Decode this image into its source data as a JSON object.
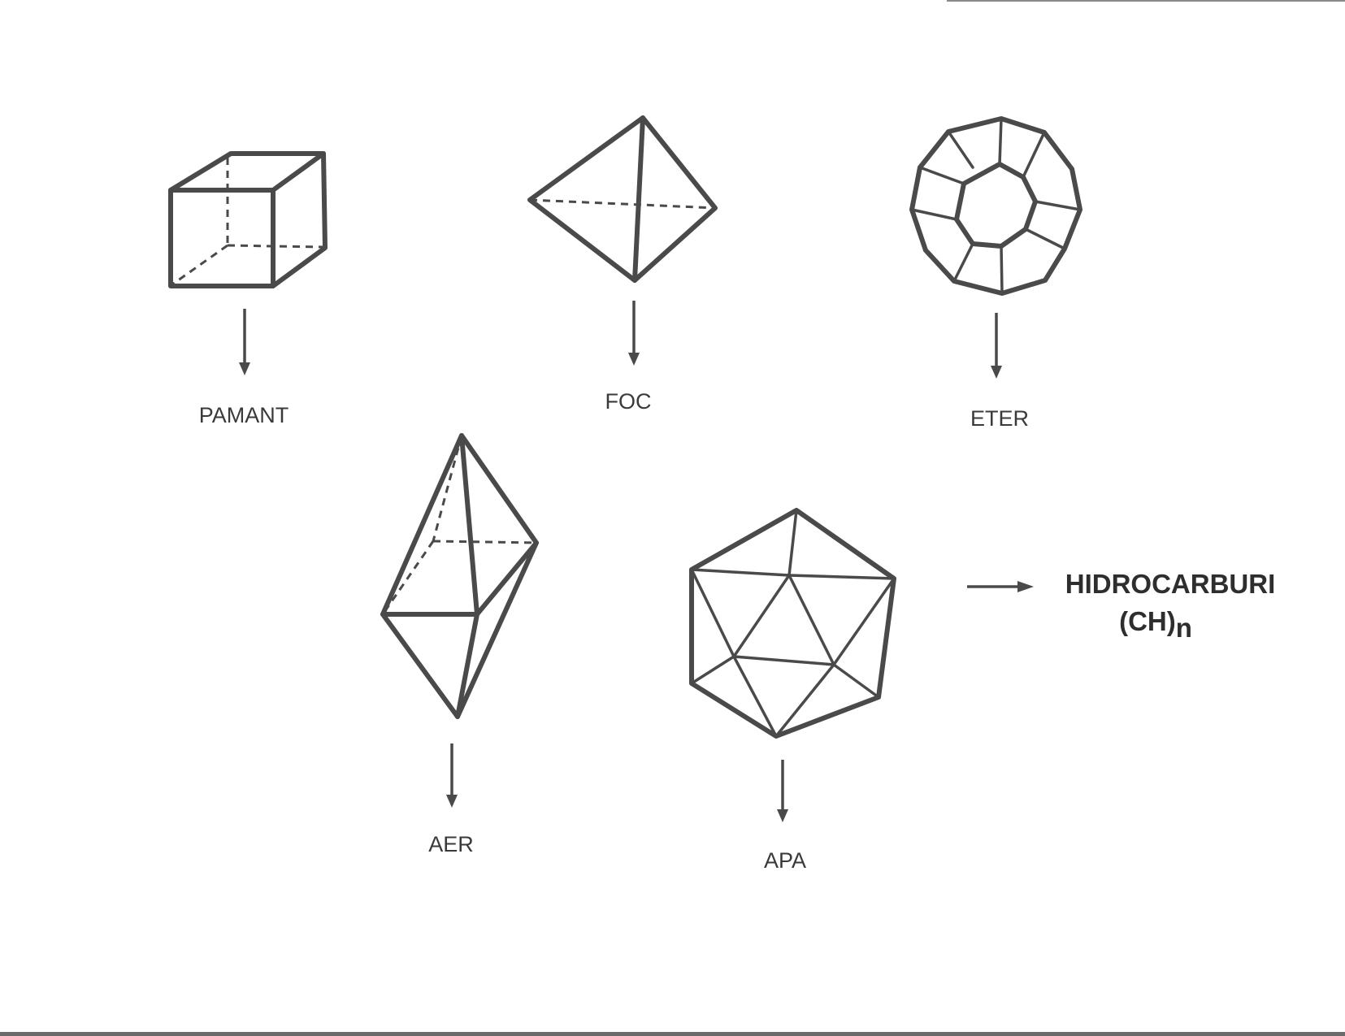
{
  "labels": {
    "earth": "PAMANT",
    "fire": "FOC",
    "ether": "ETER",
    "air": "AER",
    "water": "APA"
  },
  "hydrocarbon": {
    "title": "HIDROCARBURI",
    "formula": "(CH)",
    "subscript": "n"
  },
  "colors": {
    "stroke": "#4a4a4a",
    "text": "#3a3a3a"
  }
}
